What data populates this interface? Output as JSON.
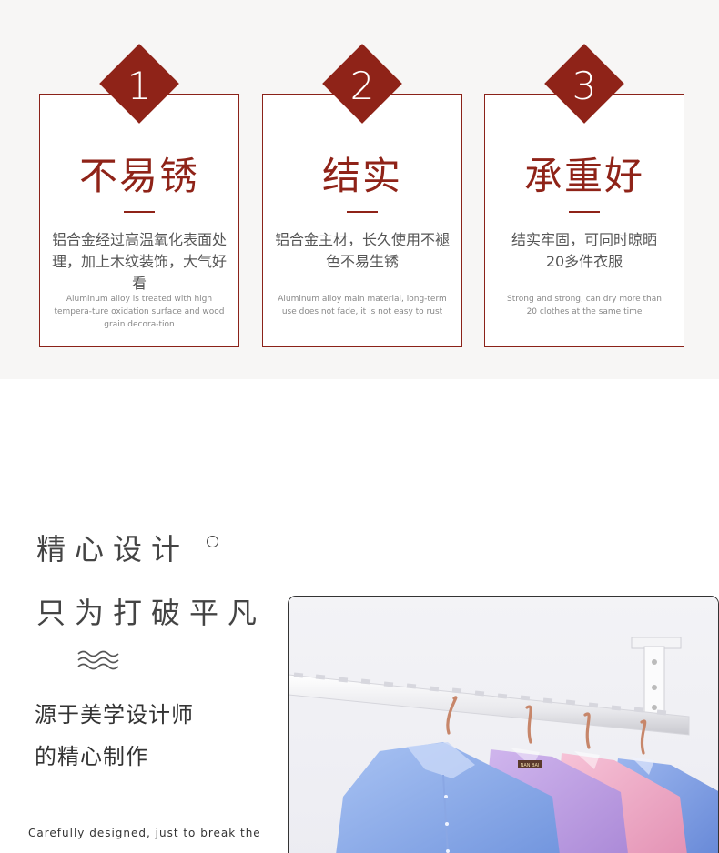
{
  "features": [
    {
      "number": "1",
      "title": "不易锈",
      "desc": "铝合金经过高温氧化表面处理，加上木纹装饰，大气好看",
      "desc_en": "Aluminum alloy is treated with high tempera-ture oxidation surface and wood grain decora-tion"
    },
    {
      "number": "2",
      "title": "结实",
      "desc": "铝合金主材，长久使用不褪色不易生锈",
      "desc_en": "Aluminum alloy main material, long-term use does not fade, it is not easy to rust"
    },
    {
      "number": "3",
      "title": "承重好",
      "desc": "结实牢固，可同时晾晒20多件衣服",
      "desc_en": "Strong and strong, can dry more than 20 clothes at the same time"
    }
  ],
  "design": {
    "headline_1": "精心设计",
    "headline_2": "只为打破平凡",
    "sub_1": "源于美学设计师",
    "sub_2": "的精心制作",
    "caption_en": "Carefully designed, just to break the",
    "hanger_label": "NAN BAI"
  },
  "colors": {
    "accent": "#8f2318",
    "background": "#f7f6f5"
  }
}
